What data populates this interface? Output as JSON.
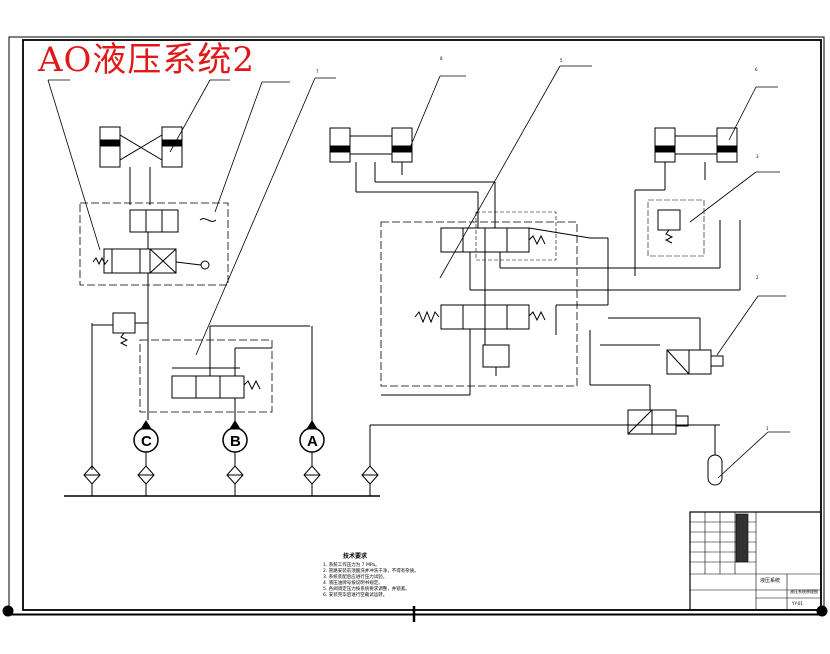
{
  "drawing": {
    "title": "AO液压系统2"
  },
  "pumps": [
    {
      "label": "C"
    },
    {
      "label": "B"
    },
    {
      "label": "A"
    }
  ],
  "callouts": [
    "7",
    "8",
    "5",
    "6",
    "3",
    "2",
    "1"
  ],
  "notes": {
    "title": "技术要求",
    "lines": [
      "1. 系统工作压力为 7 MPa。",
      "2. 管路安装前须酸洗并冲洗干净，不得有杂质。",
      "3. 系统装配后应进行压力试验。",
      "4. 液压油牌号按说明书规定。",
      "5. 各阀调定压力按系统要求调整，并锁紧。",
      "6. 安装完毕后进行空载试运转。"
    ]
  },
  "title_block": {
    "drawing_name": "液压系统",
    "org": "液压系统原理图",
    "code": "YY-01"
  },
  "colors": {
    "title": "#e01818",
    "line": "#000000"
  }
}
